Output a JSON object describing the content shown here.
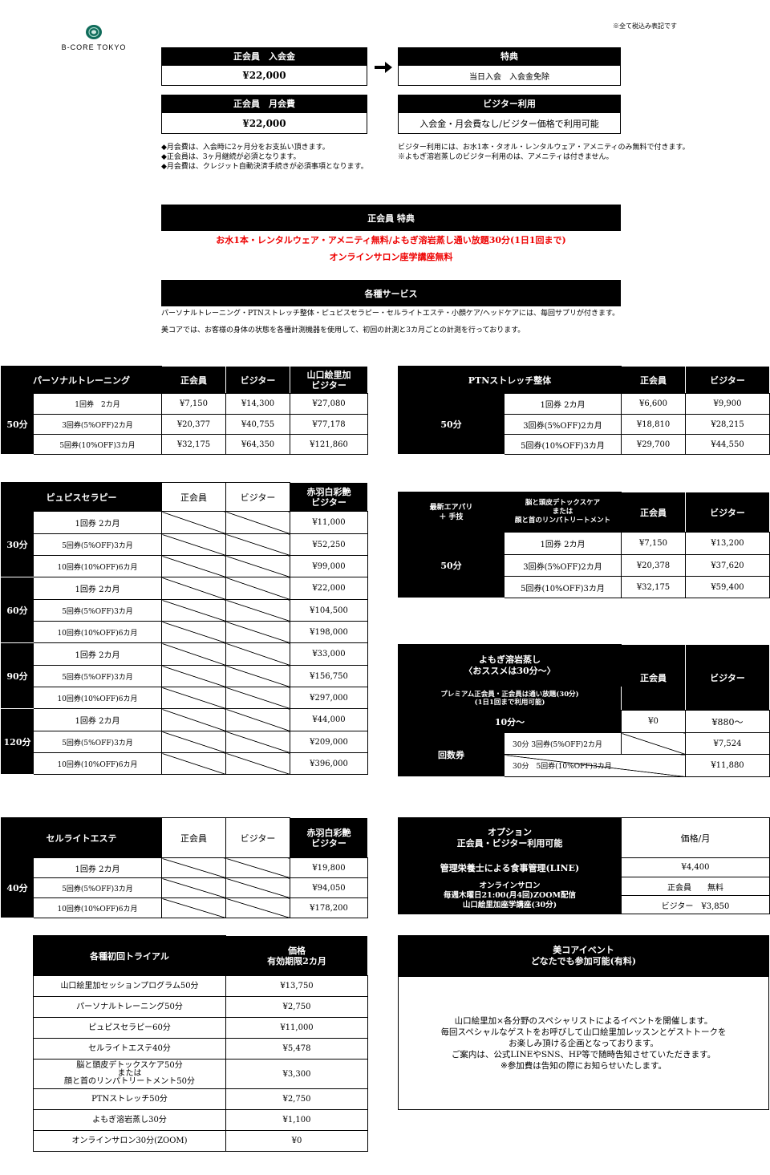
{
  "tax_note": "※全て税込み表記です",
  "brand": {
    "name": "B-CORE TOKYO"
  },
  "fees": {
    "entry_title": "正会員　入会金",
    "entry_value": "¥22,000",
    "monthly_title": "正会員　月会費",
    "monthly_value": "¥22,000",
    "perk_title": "特典",
    "perk_value": "当日入会　入会金免除",
    "visitor_title": "ビジター利用",
    "visitor_value": "入会金・月会費なし/ビジター価格で利用可能"
  },
  "notes_left": [
    "◆月会費は、入会時に2ヶ月分をお支払い頂きます。",
    "◆正会員は、3ヶ月継続が必須となります。",
    "◆月会費は、クレジット自動決済手続きが必須事項となります。"
  ],
  "notes_right": [
    "ビジター利用には、お水1本・タオル・レンタルウェア・アメニティのみ無料で付きます。",
    "※よもぎ溶岩蒸しのビジター利用のは、アメニティは付きません。"
  ],
  "member_perks": {
    "title": "正会員 特典",
    "line1": "お水1本・レンタルウェア・アメニティ無料/よもぎ溶岩蒸し通い放題30分(1日1回まで)",
    "line2": "オンラインサロン座学講座無料"
  },
  "services": {
    "title": "各種サービス",
    "line1": "パーソナルトレーニング・PTNストレッチ整体・ピュピスセラピー・セルライトエステ・小顔ケア/ヘッドケアには、毎回サプリが付きます。",
    "line2": "美コアでは、お客様の身体の状態を各種計測機器を使用して、初回の計測と3カ月ごとの計測を行っております。"
  },
  "personal": {
    "title": "パーソナルトレーニング",
    "col_member": "正会員",
    "col_visitor": "ビジター",
    "col_special": "山口絵里加\nビジター",
    "duration": "50分",
    "rows": [
      {
        "label": "1回券　2カ月",
        "member": "¥7,150",
        "visitor": "¥14,300",
        "special": "¥27,080"
      },
      {
        "label": "3回券(5%OFF)2カ月",
        "member": "¥20,377",
        "visitor": "¥40,755",
        "special": "¥77,178"
      },
      {
        "label": "5回券(10%OFF)3カ月",
        "member": "¥32,175",
        "visitor": "¥64,350",
        "special": "¥121,860"
      }
    ]
  },
  "ptn": {
    "title": "PTNストレッチ整体",
    "col_member": "正会員",
    "col_visitor": "ビジター",
    "duration": "50分",
    "rows": [
      {
        "label": "1回券 2カ月",
        "member": "¥6,600",
        "visitor": "¥9,900"
      },
      {
        "label": "3回券(5%OFF)2カ月",
        "member": "¥18,810",
        "visitor": "¥28,215"
      },
      {
        "label": "5回券(10%OFF)3カ月",
        "member": "¥29,700",
        "visitor": "¥44,550"
      }
    ]
  },
  "pupis": {
    "title": "ピュピスセラピー",
    "col_member": "正会員",
    "col_visitor": "ビジター",
    "col_special": "赤羽白彩艶\nビジター",
    "groups": [
      {
        "duration": "30分",
        "rows": [
          {
            "label": "1回券 2カ月",
            "special": "¥11,000"
          },
          {
            "label": "5回券(5%OFF)3カ月",
            "special": "¥52,250"
          },
          {
            "label": "10回券(10%OFF)6カ月",
            "special": "¥99,000"
          }
        ]
      },
      {
        "duration": "60分",
        "rows": [
          {
            "label": "1回券 2カ月",
            "special": "¥22,000"
          },
          {
            "label": "5回券(5%OFF)3カ月",
            "special": "¥104,500"
          },
          {
            "label": "10回券(10%OFF)6カ月",
            "special": "¥198,000"
          }
        ]
      },
      {
        "duration": "90分",
        "rows": [
          {
            "label": "1回券 2カ月",
            "special": "¥33,000"
          },
          {
            "label": "5回券(5%OFF)3カ月",
            "special": "¥156,750"
          },
          {
            "label": "10回券(10%OFF)6カ月",
            "special": "¥297,000"
          }
        ]
      },
      {
        "duration": "120分",
        "rows": [
          {
            "label": "1回券 2カ月",
            "special": "¥44,000"
          },
          {
            "label": "5回券(5%OFF)3カ月",
            "special": "¥209,000"
          },
          {
            "label": "10回券(10%OFF)6カ月",
            "special": "¥396,000"
          }
        ]
      }
    ]
  },
  "airpali": {
    "title_left": "最新エアパリ\n＋ 手技",
    "title_right": "脳と頭皮デトックスケア\nまたは\n顔と首のリンパトリートメント",
    "col_member": "正会員",
    "col_visitor": "ビジター",
    "duration": "50分",
    "rows": [
      {
        "label": "1回券 2カ月",
        "member": "¥7,150",
        "visitor": "¥13,200"
      },
      {
        "label": "3回券(5%OFF)2カ月",
        "member": "¥20,378",
        "visitor": "¥37,620"
      },
      {
        "label": "5回券(10%OFF)3カ月",
        "member": "¥32,175",
        "visitor": "¥59,400"
      }
    ]
  },
  "yomogi": {
    "title": "よもぎ溶岩蒸し\n〈おススメは30分〜〉",
    "subtitle": "プレミアム正会員・正会員は通い放題(30分)\n(1日1回まで利用可能)",
    "col_member": "正会員",
    "col_visitor": "ビジター",
    "base_label": "10分〜",
    "base_member": "¥0",
    "base_visitor": "¥880〜",
    "ticket_label": "回数券",
    "rows": [
      {
        "label": "30分 3回券(5%OFF)2カ月",
        "visitor": "¥7,524"
      },
      {
        "label": "30分　5回券(10%OFF)3カ月",
        "visitor": "¥11,880"
      }
    ]
  },
  "cellulite": {
    "title": "セルライトエステ",
    "col_member": "正会員",
    "col_visitor": "ビジター",
    "col_special": "赤羽白彩艶\nビジター",
    "duration": "40分",
    "rows": [
      {
        "label": "1回券 2カ月",
        "special": "¥19,800"
      },
      {
        "label": "5回券(5%OFF)3カ月",
        "special": "¥94,050"
      },
      {
        "label": "10回券(10%OFF)6カ月",
        "special": "¥178,200"
      }
    ]
  },
  "options": {
    "title": "オプション\n正会員・ビジター利用可能",
    "col_price": "価格/月",
    "row1_label": "管理栄養士による食事管理(LINE)",
    "row1_value": "¥4,400",
    "row2_label": "オンラインサロン\n毎週木曜日21:00(月4回)ZOOM配信\n山口絵里加座学講座(30分)",
    "row2_member": "正会員　　無料",
    "row2_visitor": "ビジター　¥3,850"
  },
  "trial": {
    "title": "各種初回トライアル",
    "col_price": "価格\n有効期限2カ月",
    "rows": [
      {
        "label": "山口絵里加セッションプログラム50分",
        "price": "¥13,750"
      },
      {
        "label": "パーソナルトレーニング50分",
        "price": "¥2,750"
      },
      {
        "label": "ピュピスセラピー60分",
        "price": "¥11,000"
      },
      {
        "label": "セルライトエステ40分",
        "price": "¥5,478"
      },
      {
        "label": "脳と頭皮デトックスケア50分\nまたは\n顔と首のリンパトリートメント50分",
        "price": "¥3,300"
      },
      {
        "label": "PTNストレッチ50分",
        "price": "¥2,750"
      },
      {
        "label": "よもぎ溶岩蒸し30分",
        "price": "¥1,100"
      },
      {
        "label": "オンラインサロン30分(ZOOM)",
        "price": "¥0"
      }
    ]
  },
  "event": {
    "title": "美コアイベント\nどなたでも参加可能(有料)",
    "body": "山口絵里加×各分野のスペシャリストによるイベントを開催します。\n毎回スペシャルなゲストをお呼びして山口絵里加レッスンとゲストトークを\nお楽しみ頂ける企画となっております。\nご案内は、公式LINEやSNS、HP等で随時告知させていただきます。\n※参加費は告知の際にお知らせいたします。"
  }
}
